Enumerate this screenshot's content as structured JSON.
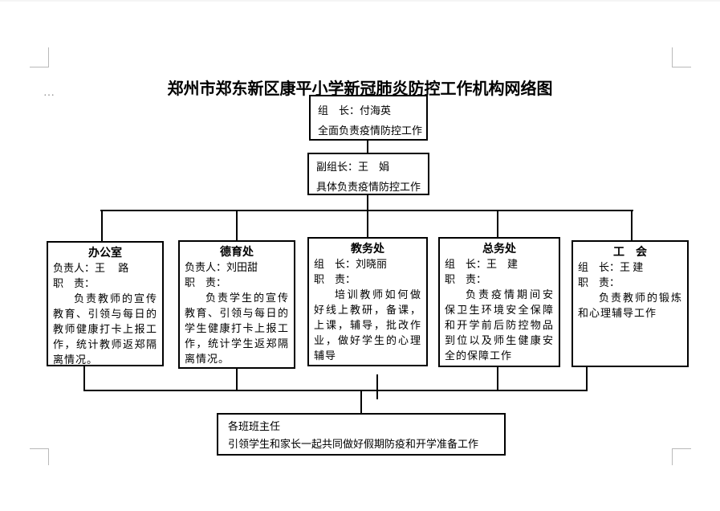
{
  "page": {
    "title": "郑州市郑东新区康平小学新冠肺炎防控工作机构网络图",
    "ellipsis_mark": "…"
  },
  "leader_box": {
    "line1": "组　长：付海英",
    "line2": "全面负责疫情防控工作"
  },
  "deputy_box": {
    "line1": "副组长：王　娟",
    "line2": "具体负责疫情防控工作"
  },
  "departments": [
    {
      "title": "办公室",
      "line1": "负责人：王　 路",
      "line2": "职　责：",
      "body": "负责教师的宣传教育、引领与每日的教师健康打卡上报工作，统计教师返郑隔离情况。"
    },
    {
      "title": "德育处",
      "line1": "负责人：刘田甜",
      "line2": "职　责：",
      "body": "负责学生的宣传教育、引领与每日的学生健康打卡上报工作，统计学生返郑隔离情况。"
    },
    {
      "title": "教务处",
      "line1": "组　长：刘晓丽",
      "line2": "职　责：",
      "body": "培训教师如何做好线上教研，备课，上课，辅导，批改作业，做好学生的心理辅导"
    },
    {
      "title": "总务处",
      "line1": "组　长：王　建",
      "line2": "职　责：",
      "body": "负责疫情期间安保卫生环境安全保障和开学前后防控物品到位以及师生健康安全的保障工作"
    },
    {
      "title": "工　会",
      "line1": "组　长：王 建",
      "line2": "职　责：",
      "body": "负责教师的锻炼和心理辅导工作"
    }
  ],
  "bottom_box": {
    "line1": "各班班主任",
    "line2": "引领学生和家长一起共同做好假期防疫和开学准备工作"
  },
  "colors": {
    "line": "#000000",
    "crop_mark": "#b9b9b9",
    "background": "#ffffff"
  }
}
